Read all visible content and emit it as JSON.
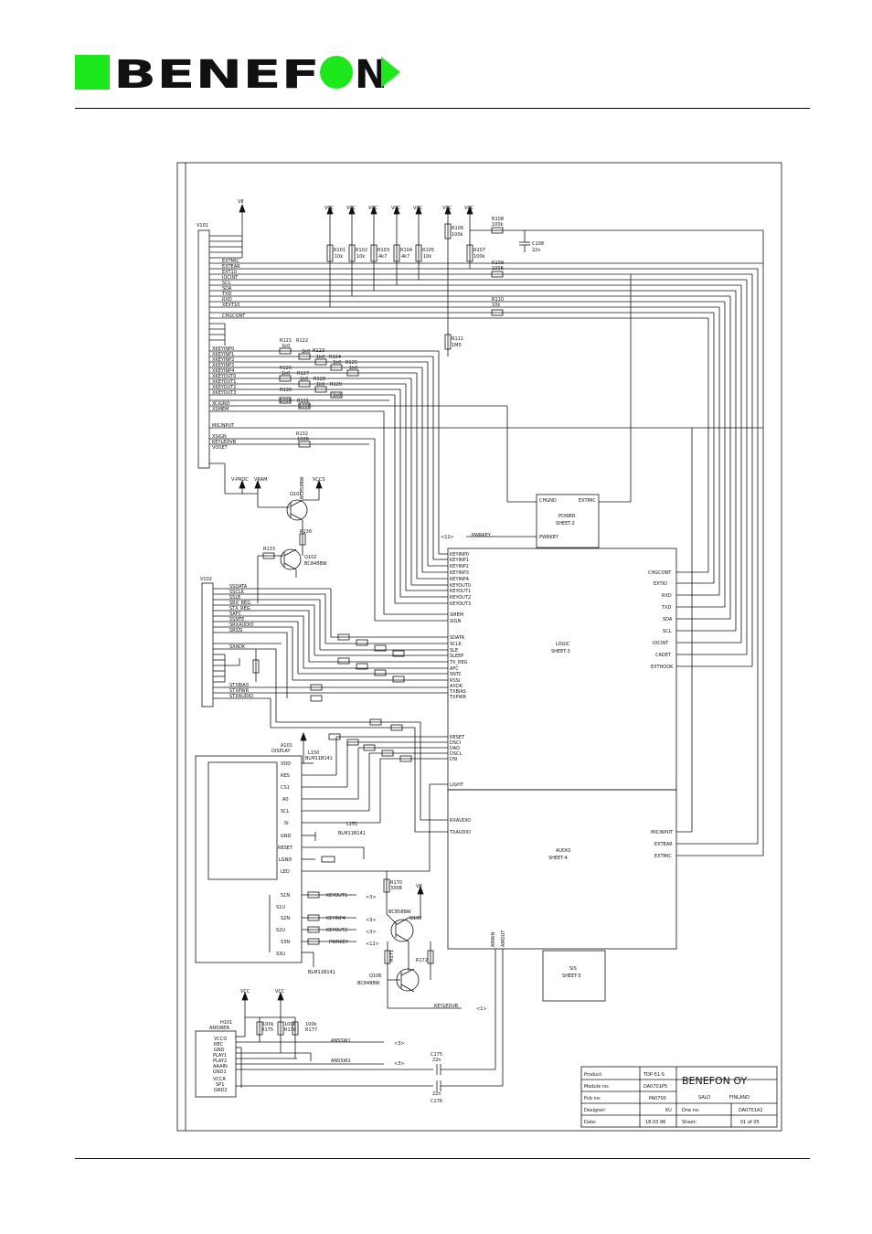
{
  "header": {
    "logo_left": "BENEF",
    "logo_right": "N",
    "colors": {
      "brand_green": "#1CE81C",
      "ink": "#111111"
    }
  },
  "schematic": {
    "connector_v101": "V101",
    "connector_v102": "V102",
    "v101_signals": [
      "EXTMIC",
      "EXTEAR",
      "EXT10",
      "IOCINT",
      "SCL",
      "SDA",
      "TXD",
      "RXD",
      "XEXT10",
      "CHGCONT",
      "XKEYINP0",
      "XKEYINP1",
      "XKEYINP2",
      "XKEYINP3",
      "XKEYINP4",
      "XKEYOUT0",
      "XKEYOUT1",
      "XKEYOUT2",
      "XKEYOUT3",
      "XCIGND",
      "XSMEM",
      "MICINPUT",
      "XSIGN",
      "KEYLEDVB",
      "VOSET"
    ],
    "v102_signals": [
      "SSDATA",
      "SSCLK",
      "SSLE",
      "SRX_REG",
      "STX_REG",
      "SAFC",
      "SSNTE",
      "SRXAUDIO",
      "SRSSI",
      "SXADK",
      "STXBIAS",
      "STXPWR",
      "STXAUDIO"
    ],
    "vcc_labels": [
      "V8",
      "VCC",
      "VCC",
      "VCC",
      "VCC",
      "VCC",
      "VCC",
      "VCC",
      "V8",
      "VCC",
      "VCC"
    ],
    "resistors_top": [
      "R101",
      "R102",
      "R103",
      "R104",
      "R105",
      "R106",
      "R107",
      "R108",
      "R109",
      "R110",
      "R111"
    ],
    "resistor_values_top": [
      "10k",
      "10k",
      "4k7",
      "4k7",
      "10k",
      "100k",
      "100k",
      "100k",
      "100R",
      "10k",
      "1M0"
    ],
    "cap_c108": "C108",
    "cap_c108_value": "22n",
    "keypad_resistors": [
      "R121",
      "R122",
      "R123",
      "R124",
      "R125",
      "R126",
      "R127",
      "R128",
      "R129",
      "R130",
      "R131",
      "R132"
    ],
    "r_value_1k0": "1k0",
    "r_value_100r": "100R",
    "vproc": "V-PROC",
    "vram": "VRAM",
    "vccs": "VCCS",
    "q101": "Q101",
    "q101_type": "BC858BW",
    "q102": "Q102",
    "q102_type": "BC848BW",
    "r133": "R133",
    "r136": "R136",
    "power_block": [
      "POWER",
      "SHEET-2"
    ],
    "power_pins_left": [
      "CHGND",
      "PWRKEY"
    ],
    "power_pin_right": "EXTMIC",
    "pwrkey_ref": "<12>",
    "pwrkey_label": "PWRKEY",
    "logic_block": [
      "LOGIC",
      "SHEET-3"
    ],
    "logic_pins_left": [
      "KEYINP0",
      "KEYINP1",
      "KEYINP2",
      "KEYINP3",
      "KEYINP4",
      "KEYOUT0",
      "KEYOUT1",
      "KEYOUT2",
      "KEYOUT3",
      "SMEM",
      "SIGN",
      "SDATA",
      "SCLK",
      "SLE",
      "SLEEP",
      "TX_REG",
      "AFC",
      "SNTC",
      "RSSI",
      "AXDK",
      "TXBIAS",
      "TXPWR",
      "RESET",
      "DSCI",
      "DAO",
      "DSCL",
      "DSI",
      "LIGHT"
    ],
    "logic_pins_right": [
      "CHGCONT",
      "EXTIO",
      "RXD",
      "TXD",
      "SDA",
      "SCL",
      "IOCINT",
      "CADET",
      "EXTHOOK"
    ],
    "audio_block": [
      "AUDIO",
      "SHEET-4"
    ],
    "audio_pins_left": [
      "RXAUDIO",
      "TXAUDIO"
    ],
    "audio_pins_right": [
      "MICINPUT",
      "EXTEAR",
      "EXTMIC"
    ],
    "audio_pins_bottom": [
      "AMAIN",
      "AMOUT"
    ],
    "sis_block": [
      "SIS",
      "SHEET-5"
    ],
    "display_ref": "A101",
    "display_label": "DISPLAY",
    "display_pins": [
      "VDD",
      "RES",
      "CS1",
      "A0",
      "SCL",
      "SI",
      "GND",
      "RESET",
      "LGND",
      "LED"
    ],
    "switch_pins": [
      "S1N",
      "S1U",
      "S2N",
      "S2U",
      "S3N",
      "S3U"
    ],
    "l150": "L150",
    "l151": "L151",
    "bead_type": "BLM11B141",
    "keyout_labels": [
      "KEYOUT1",
      "KEYINP4",
      "KEYOUT2",
      "PWRKEY"
    ],
    "keyout_refs": [
      "<3>",
      "<3>",
      "<3>",
      "<12>"
    ],
    "q105": "Q105",
    "q105_type": "BC858BW",
    "q106": "Q106",
    "q106_type": "BC848BW",
    "r170": "R170",
    "r170_value": "330R",
    "r172": "R172",
    "r171": "R171",
    "keyledvb": "KEYLEDVB",
    "keyledvb_ref": "<1>",
    "answer_ref": "H101",
    "answer_label": "ANSWER",
    "answer_pins": [
      "VCCO",
      "REC",
      "GND",
      "PLAY1",
      "PLAY2",
      "AAAIN",
      "GND1",
      "VCCA",
      "SP1",
      "GND2"
    ],
    "ansswitch": [
      "ANSSW1",
      "ANSSW2"
    ],
    "ans_ref": "<3>",
    "r175": "R175",
    "r176": "R176",
    "r177": "R177",
    "value_100k": "100k",
    "c175": "C175",
    "c176": "C176",
    "cap_22n": "22n",
    "title_block": {
      "company": "BENEFON OY",
      "city": "SALO",
      "country": "FINLAND",
      "product_label": "Product:",
      "product": "TDP-51-S",
      "module_label": "Module no:",
      "module": "DA0701P5",
      "pcb_label": "Pcb no:",
      "pcb": "PA0700",
      "designer_label": "Designer:",
      "designer": "KU",
      "date_label": "Date:",
      "date": "18.03.96",
      "drw_label": "Drw no:",
      "drw": "DA0701A2",
      "sheet_label": "Sheet:",
      "sheet": "01  of  05"
    }
  }
}
